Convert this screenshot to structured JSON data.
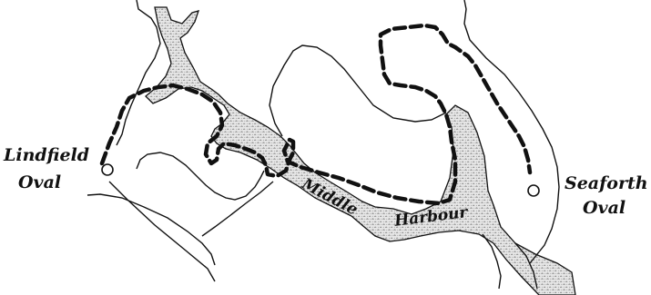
{
  "map": {
    "places": {
      "lindfield_line1": "Lindfield",
      "lindfield_line2": "Oval",
      "seaforth_line1": "Seaforth",
      "seaforth_line2": "Oval"
    },
    "water": {
      "middle": "Middle",
      "harbour": "Harbour"
    },
    "colors": {
      "water_fill": "#e4e4e4",
      "ink": "#111111",
      "background": "#ffffff"
    }
  }
}
